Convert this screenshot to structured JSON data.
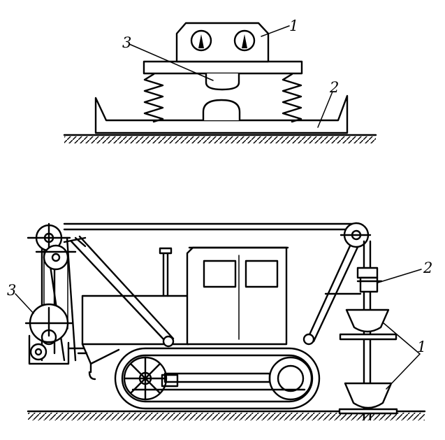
{
  "top_figure": {
    "labels": {
      "machine": "1",
      "base_plate": "2",
      "anvil": "3"
    }
  },
  "bottom_figure": {
    "labels": {
      "winch_drum": "3",
      "driver_head": "2",
      "tools": "1"
    }
  }
}
